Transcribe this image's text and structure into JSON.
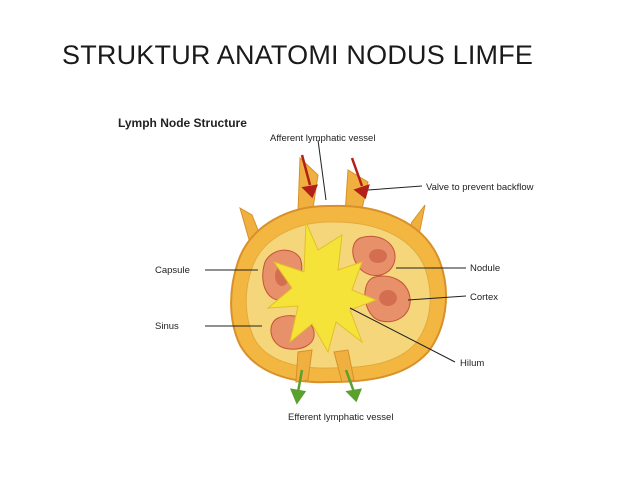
{
  "slide": {
    "title": "STRUKTUR ANATOMI NODUS LIMFE"
  },
  "diagram": {
    "title": "Lymph Node Structure",
    "labels": {
      "afferent": "Afferent lymphatic vessel",
      "valve": "Valve to prevent backflow",
      "capsule": "Capsule",
      "sinus": "Sinus",
      "nodule": "Nodule",
      "cortex": "Cortex",
      "hilum": "Hilum",
      "efferent": "Efferent lymphatic vessel"
    },
    "colors": {
      "capsule_fill": "#f2b641",
      "capsule_edge": "#d9902a",
      "cortex_fill": "#f6d67a",
      "medulla_fill": "#f5e33a",
      "nodule_fill": "#e8906a",
      "nodule_core": "#c1543a",
      "afferent_arrow": "#b3201a",
      "efferent_arrow": "#5aa02c"
    }
  }
}
